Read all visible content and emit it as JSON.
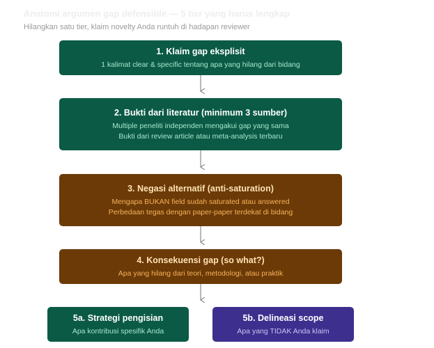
{
  "header": {
    "title": "Anatomi argumen gap defensible — 5 tier yang harus lengkap",
    "subtitle": "Hilangkan satu tier, klaim novelty Anda runtuh di hadapan reviewer"
  },
  "tiers": [
    {
      "title": "1. Klaim gap eksplisit",
      "lines": [
        "1 kalimat clear & specific tentang apa yang hilang dari bidang"
      ]
    },
    {
      "title": "2. Bukti dari literatur (minimum 3 sumber)",
      "lines": [
        "Multiple peneliti independen mengakui gap yang sama",
        "Bukti dari review article atau meta-analysis terbaru"
      ]
    },
    {
      "title": "3. Negasi alternatif (anti-saturation)",
      "lines": [
        "Mengapa BUKAN field sudah saturated atau answered",
        "Perbedaan tegas dengan paper-paper terdekat di bidang"
      ]
    },
    {
      "title": "4. Konsekuensi gap (so what?)",
      "lines": [
        "Apa yang hilang dari teori, metodologi, atau praktik"
      ]
    },
    {
      "title": "5a. Strategi pengisian",
      "lines": [
        "Apa kontribusi spesifik Anda"
      ]
    },
    {
      "title": "5b. Delineasi scope",
      "lines": [
        "Apa yang TIDAK Anda klaim"
      ]
    }
  ],
  "colors": {
    "green": "#0b5a46",
    "brown": "#6b3a07",
    "purple": "#3d2f8e",
    "arrow": "#8a8a8a"
  }
}
